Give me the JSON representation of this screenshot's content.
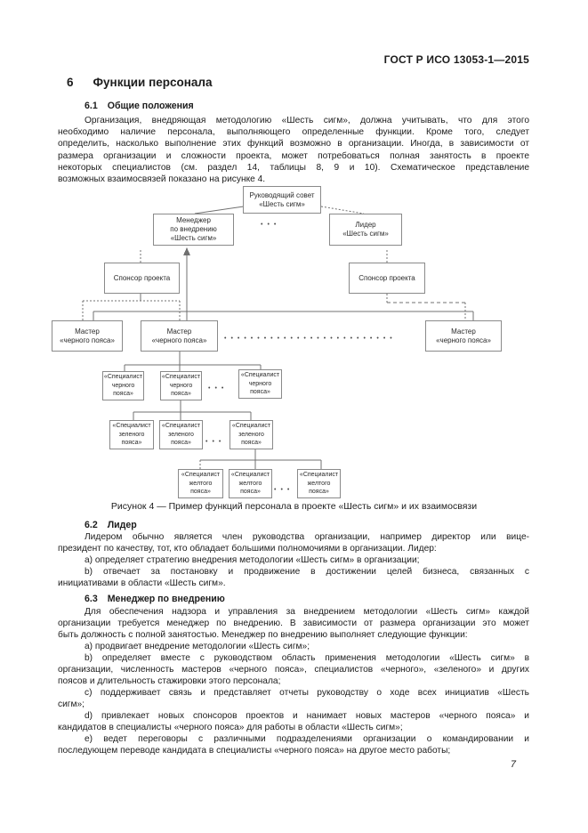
{
  "page": {
    "header": "ГОСТ Р ИСО 13053-1—2015",
    "page_number": "7"
  },
  "section6": {
    "number": "6",
    "title": "Функции персонала"
  },
  "s61": {
    "number": "6.1",
    "title": "Общие положения",
    "lines": [
      "Организация, внедряющая методологию «Шесть сигм», должна учитывать, что для этого",
      "необходимо наличие персонала, выполняющего определенные функции. Кроме того, следует",
      "определить, насколько выполнение этих функций возможно в организации. Иногда, в зависимости от",
      "размера организации и сложности проекта, может потребоваться полная занятость в проекте",
      "некоторых специалистов (см. раздел 14, таблицы 8, 9 и 10). Схематическое представление",
      "возможных взаимосвязей показано на рисунке 4."
    ]
  },
  "figure": {
    "caption": "Рисунок 4 — Пример функций персонала в проекте «Шесть сигм» и их взаимосвязи",
    "roles": {
      "council": [
        "Руководящий совет",
        "«Шесть сигм»"
      ],
      "manager": [
        "Менеджер",
        "по внедрению",
        "«Шесть сигм»"
      ],
      "leader": [
        "Лидер",
        "«Шесть сигм»"
      ],
      "sponsor": [
        "Спонсор проекта"
      ],
      "master": [
        "Мастер",
        "«черного пояса»"
      ],
      "spec_black": [
        "«Специалист",
        "черного",
        "пояса»"
      ],
      "spec_green": [
        "«Специалист",
        "зеленого",
        "пояса»"
      ],
      "spec_yellow": [
        "«Специалист",
        "желтого",
        "пояса»"
      ]
    },
    "dots_short": "•••",
    "dots_long": "••••••••••••••••••••••••••",
    "line_color": "#707070"
  },
  "s62": {
    "number": "6.2",
    "title": "Лидер",
    "intro": [
      "Лидером обычно является член руководства организации, например директор или вице-",
      "президент по качеству, тот, кто обладает большими полномочиями в организации. Лидер:"
    ],
    "item_a": [
      "a)  определяет стратегию внедрения методологии «Шесть сигм» в организации;"
    ],
    "item_b": [
      "b)  отвечает за постановку и продвижение в достижении целей бизнеса, связанных с",
      "инициативами в области «Шесть сигм»."
    ]
  },
  "s63": {
    "number": "6.3",
    "title": "Менеджер по внедрению",
    "intro": [
      "Для обеспечения надзора и управления за внедрением методологии «Шесть сигм» каждой",
      "организации требуется менеджер по внедрению. В зависимости от размера организации это может",
      "быть должность с полной занятостью. Менеджер по внедрению выполняет следующие функции:"
    ],
    "item_a": [
      "a)  продвигает внедрение методологии «Шесть сигм»;"
    ],
    "item_b": [
      "b)  определяет вместе с руководством область применения методологии «Шесть сигм» в",
      "организации, численность мастеров «черного пояса», специалистов «черного», «зеленого» и других",
      "поясов и длительность стажировки этого персонала;"
    ],
    "item_c": [
      "c)  поддерживает связь и представляет отчеты руководству о ходе всех инициатив «Шесть",
      "сигм»;"
    ],
    "item_d": [
      "d)  привлекает новых спонсоров проектов и нанимает новых мастеров «черного пояса» и",
      "кандидатов в специалисты «черного пояса» для работы в области «Шесть сигм»;"
    ],
    "item_e": [
      "e)  ведет переговоры с различными подразделениями организации о командировании и",
      "последующем переводе кандидата в специалисты «черного пояса» на другое место работы;"
    ]
  }
}
